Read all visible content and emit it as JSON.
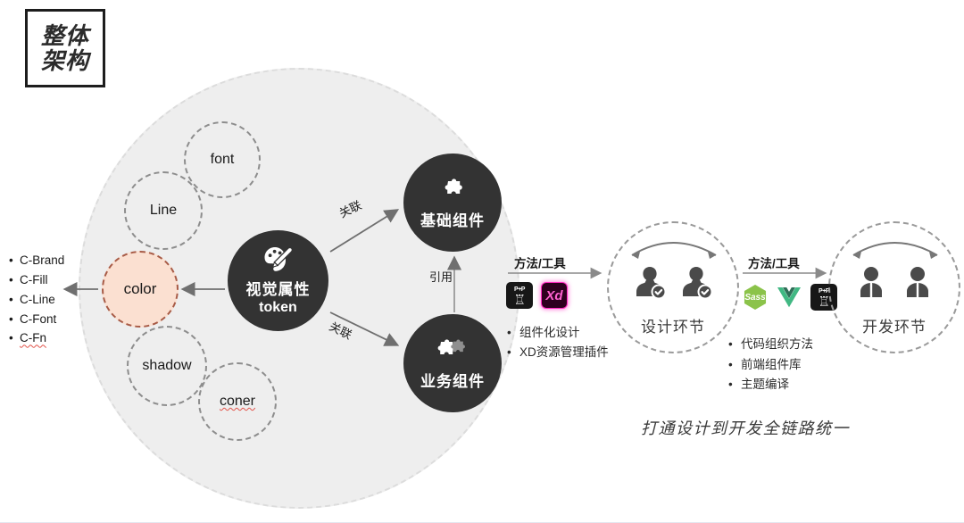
{
  "title": {
    "line1": "整体",
    "line2": "架构"
  },
  "token_attributes": {
    "font": "font",
    "line": "Line",
    "color": "color",
    "shadow": "shadow",
    "coner": "coner"
  },
  "color_tokens": {
    "items": [
      "C-Brand",
      "C-Fill",
      "C-Line",
      "C-Font",
      "C-Fn"
    ],
    "bullet": "•"
  },
  "nodes": {
    "token": {
      "cn": "视觉属性",
      "en": "token",
      "icon": "palette-brush-icon"
    },
    "basic_component": {
      "cn": "基础组件",
      "icon": "puzzle-piece-icon"
    },
    "business_component": {
      "cn": "业务组件",
      "icon": "double-puzzle-piece-icon"
    }
  },
  "arrow_labels": {
    "associate_top": "关联",
    "associate_bottom": "关联",
    "reference": "引用",
    "method_tool_mid": "方法/工具",
    "method_tool_right": "方法/工具"
  },
  "tools_mid": {
    "icons": [
      "dark-emblem-icon",
      "adobe-xd-icon"
    ],
    "xd_label": "Xd",
    "bullets": [
      "组件化设计",
      "XD资源管理插件"
    ],
    "bullet": "•"
  },
  "tools_right": {
    "icons": [
      "sass-icon",
      "vue-icon",
      "dark-emblem-icon"
    ],
    "sass_label": "Sass",
    "bullets": [
      "代码组织方法",
      "前端组件库",
      "主题编译"
    ],
    "bullet": "•"
  },
  "phases": {
    "design": {
      "label": "设计环节",
      "icon": "two-verified-persons-icon"
    },
    "development": {
      "label": "开发环节",
      "icon": "two-persons-icon"
    }
  },
  "caption": "打通设计到开发全链路统一",
  "colors": {
    "background": "#ffffff",
    "big_circle": "#eeeeee",
    "dark_node": "#333333",
    "color_bubble_fill": "#fbe0d1",
    "color_bubble_border": "#a85b46",
    "xd_accent": "#ff2bc2",
    "sass_accent": "#8bc34a",
    "vue_accent": "#41b883",
    "spellcheck_underline": "#e2534a"
  }
}
